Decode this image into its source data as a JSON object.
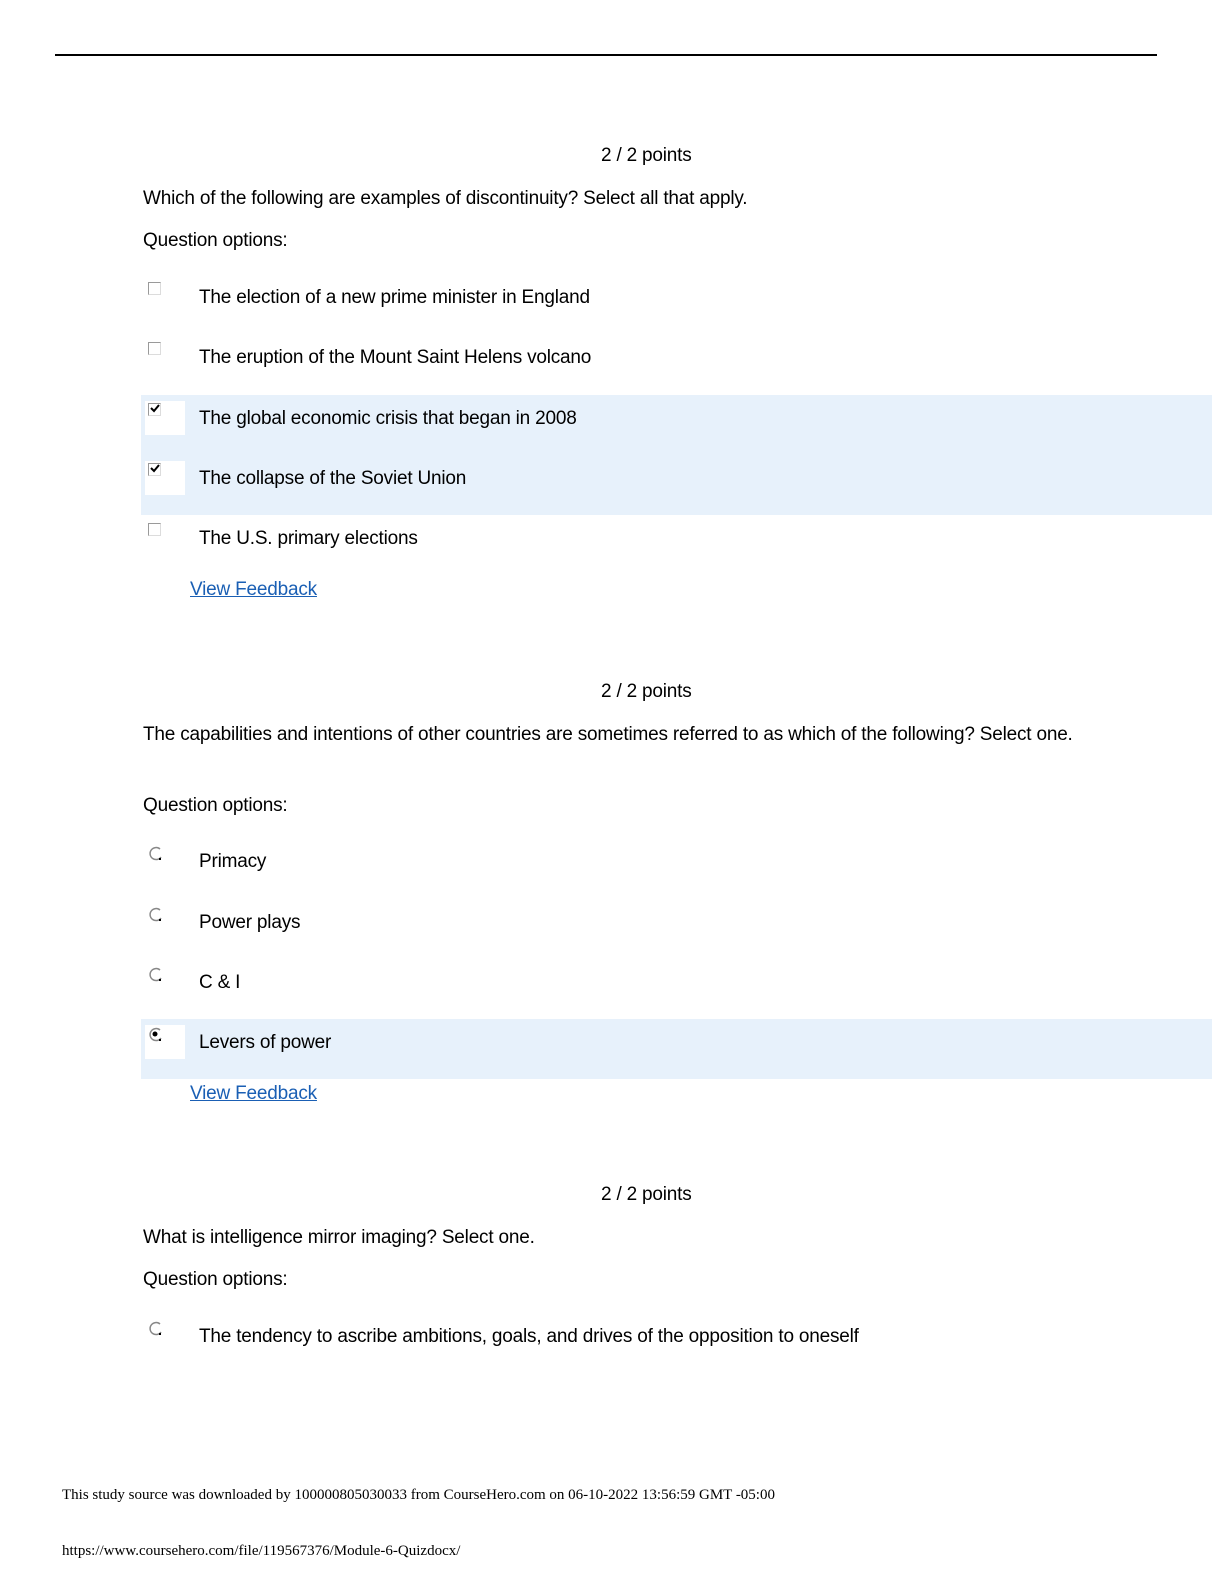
{
  "questions": [
    {
      "points": "2 / 2 points",
      "text": "Which of the following are examples of discontinuity? Select all that apply.",
      "options_label": "Question options:",
      "type": "checkbox",
      "options": [
        {
          "label": "The election of a new prime minister in England",
          "selected": false
        },
        {
          "label": "The eruption of the Mount Saint Helens volcano",
          "selected": false
        },
        {
          "label": "The global economic crisis that began in 2008",
          "selected": true
        },
        {
          "label": "The collapse of the Soviet Union",
          "selected": true
        },
        {
          "label": "The U.S. primary elections",
          "selected": false
        }
      ],
      "feedback_link": "View Feedback"
    },
    {
      "points": "2 / 2 points",
      "text": "The capabilities and intentions of other countries are sometimes referred to as which of the following? Select one.",
      "options_label": "Question options:",
      "type": "radio",
      "options": [
        {
          "label": "Primacy",
          "selected": false
        },
        {
          "label": "Power plays",
          "selected": false
        },
        {
          "label": "C & I",
          "selected": false
        },
        {
          "label": "Levers of power",
          "selected": true
        }
      ],
      "feedback_link": "View Feedback"
    },
    {
      "points": "2 / 2 points",
      "text": "What is intelligence mirror imaging? Select one.",
      "options_label": "Question options:",
      "type": "radio",
      "options": [
        {
          "label": "The tendency to ascribe ambitions, goals, and drives of the opposition to oneself",
          "selected": false
        }
      ]
    }
  ],
  "footer": {
    "download_notice": "This study source was downloaded by 100000805030033 from CourseHero.com on 06-10-2022 13:56:59 GMT -05:00",
    "url": "https://www.coursehero.com/file/119567376/Module-6-Quizdocx/"
  },
  "colors": {
    "selected_highlight": "#e7f1fb",
    "link": "#1a5fb4"
  }
}
